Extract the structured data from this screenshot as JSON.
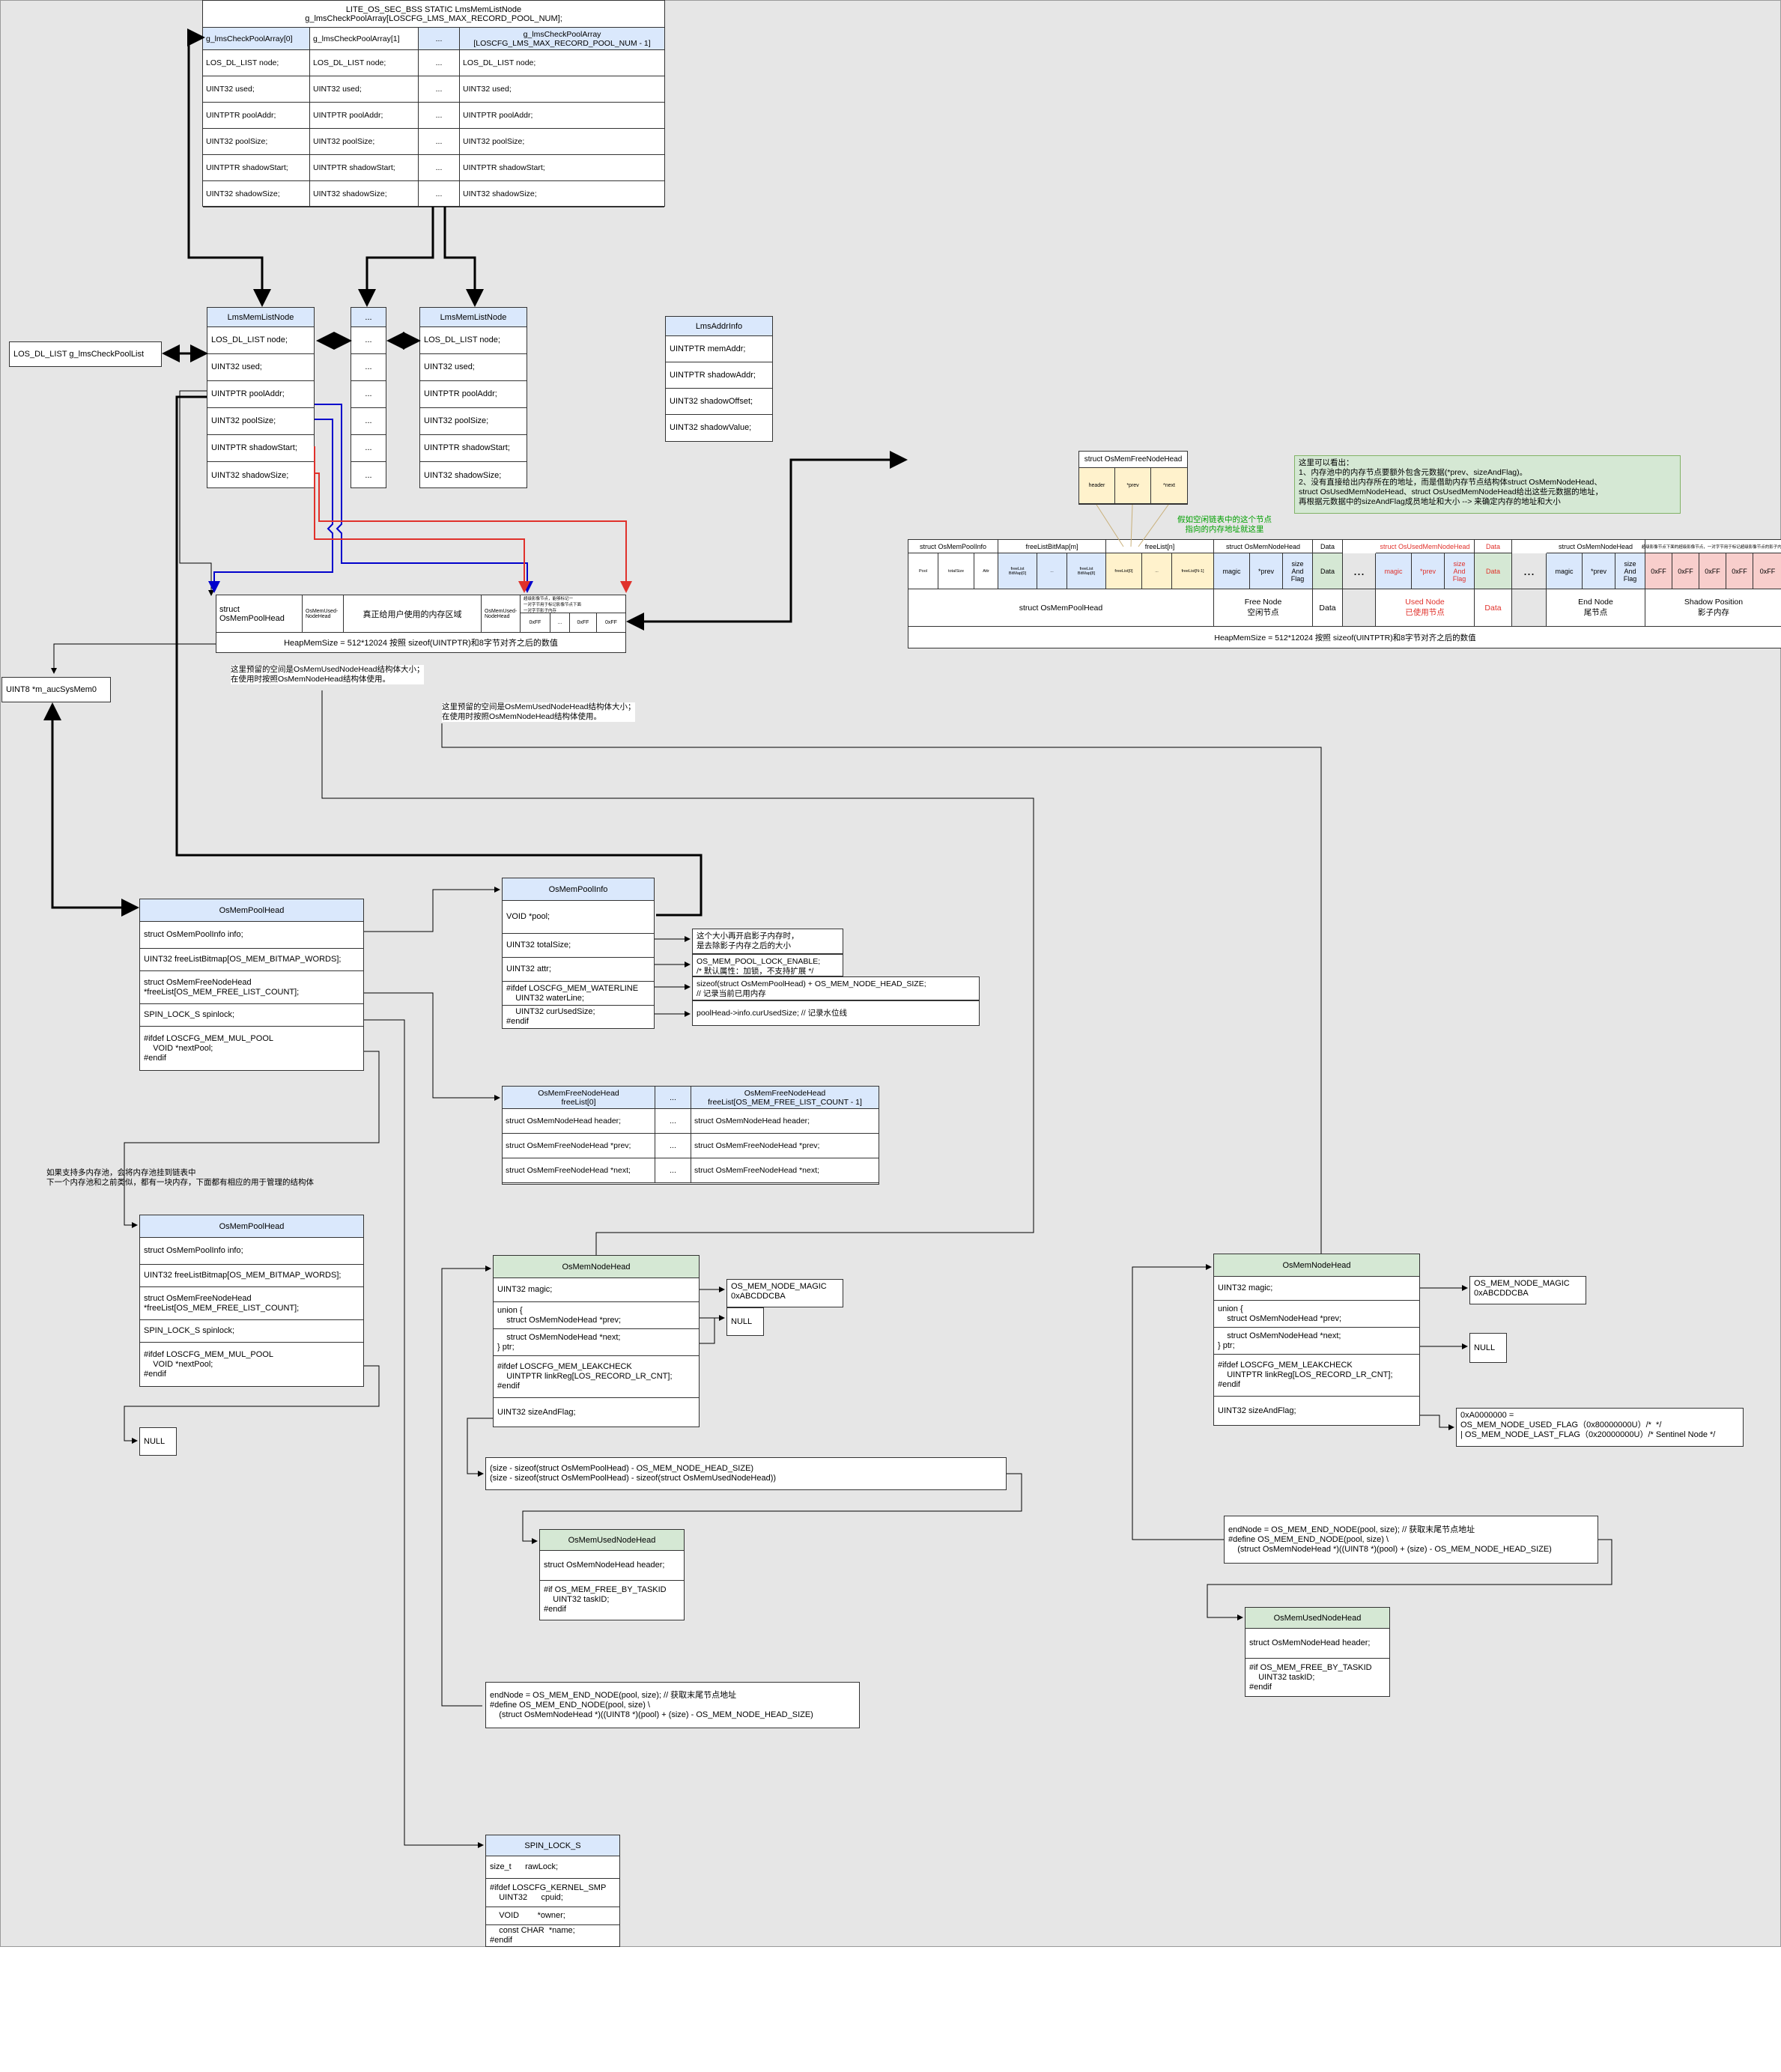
{
  "g_array": {
    "title": "LITE_OS_SEC_BSS STATIC LmsMemListNode\ng_lmsCheckPoolArray[LOSCFG_LMS_MAX_RECORD_POOL_NUM];",
    "columns": [
      "g_lmsCheckPoolArray[0]",
      "g_lmsCheckPoolArray[1]",
      "...",
      "g_lmsCheckPoolArray\n[LOSCFG_LMS_MAX_RECORD_POOL_NUM - 1]"
    ],
    "fields": [
      "LOS_DL_LIST node;",
      "UINT32 used;",
      "UINTPTR poolAddr;",
      "UINT32 poolSize;",
      "UINTPTR shadowStart;",
      "UINT32 shadowSize;"
    ],
    "dots": "..."
  },
  "lms_node_a": {
    "title": "LmsMemListNode",
    "fields": [
      "LOS_DL_LIST node;",
      "UINT32 used;",
      "UINTPTR poolAddr;",
      "UINT32 poolSize;",
      "UINTPTR shadowStart;",
      "UINT32 shadowSize;"
    ]
  },
  "lms_node_mid": {
    "title": "...",
    "fields": [
      "...",
      "...",
      "...",
      "...",
      "...",
      "..."
    ]
  },
  "lms_node_b": {
    "title": "LmsMemListNode",
    "fields": [
      "LOS_DL_LIST node;",
      "UINT32 used;",
      "UINTPTR poolAddr;",
      "UINT32 poolSize;",
      "UINTPTR shadowStart;",
      "UINT32 shadowSize;"
    ]
  },
  "pool_list": "LOS_DL_LIST g_lmsCheckPoolList",
  "lms_addr_info": {
    "title": "LmsAddrInfo",
    "fields": [
      "UINTPTR memAddr;",
      "UINTPTR shadowAddr;",
      "UINT32 shadowOffset;",
      "UINT32 shadowValue;"
    ]
  },
  "small_heap": {
    "pool_head": "struct\nOsMemPoolHead",
    "used_node_head": "OsMemUsed-\nNodeHead",
    "user_area": "真正给用户使用的内存区域",
    "used_node_head2": "OsMemUsed-\nNodeHead",
    "shadow_note": "超级影像节点，能够标记一\n一对字节用于标记影像节点下面\n一对字节影子内存",
    "shadow_cells": [
      "0xFF",
      "...",
      "0xFF",
      "0xFF"
    ],
    "heap_size": "HeapMemSize = 512*12024 按照 sizeof(UINTPTR)和8字节对齐之后的数值"
  },
  "note_pool_reserve": "这里预留的空间是OsMemUsedNodeHead结构体大小；\n在使用时按照OsMemNodeHead结构体使用。",
  "note_node_reserve": "这里预留的空间是OsMemUsedNodeHead结构体大小；\n在使用时按照OsMemNodeHead结构体使用。",
  "aucSysMem0": "UINT8 *m_aucSysMem0",
  "free_node_head_box": {
    "title": "struct OsMemFreeNodeHead",
    "cells": [
      "header",
      "*prev",
      "*next"
    ]
  },
  "free_node_note": "假如空闲链表中的这个节点\n指向的内存地址就这里",
  "observation": "这里可以看出：\n1、内存池中的内存节点要额外包含元数据(*prev、sizeAndFlag)。\n2、没有直接给出内存所在的地址，而是借助内存节点结构体struct OsMemNodeHead、\nstruct OsUsedMemNodeHead、struct OsUsedMemNodeHead给出这些元数据的地址，\n再根据元数据中的sizeAndFlag成员地址和大小 --> 来确定内存的地址和大小",
  "big_heap": {
    "hdr_pool_info": "struct OsMemPoolInfo",
    "hdr_bitmap": "freeListBitMap[m]",
    "hdr_freelist": "freeList[n]",
    "hdr_node_head": "struct OsMemNodeHead",
    "hdr_data": "Data",
    "hdr_used_node_head": "struct OsUsedMemNodeHead",
    "hdr_data2": "Data",
    "hdr_end_node_head": "struct OsMemNodeHead",
    "hdr_shadow_note": "超级影像节点下面的超级影像节点，一对字节用于标记超级影像节点的影子内存",
    "pool_info_cells": [
      "Pool",
      "totalSize",
      "Attr"
    ],
    "bitmap_cells": [
      "freeList\nBitMap[0]",
      "...",
      "freeList\nBitMap[8]"
    ],
    "freelist_cells": [
      "freeList[0]",
      "...",
      "freeList[N-1]"
    ],
    "node_cells": [
      "magic",
      "*prev",
      "size\nAnd\nFlag"
    ],
    "data": "Data",
    "used_cells": [
      "magic",
      "*prev",
      "size\nAnd\nFlag"
    ],
    "data2": "Data",
    "ellipsis": "...",
    "end_cells": [
      "magic",
      "*prev",
      "size\nAnd\nFlag"
    ],
    "shadow_cells": [
      "0xFF",
      "0xFF",
      "0xFF",
      "0xFF",
      "0xFF"
    ],
    "lbl_pool_head": "struct OsMemPoolHead",
    "lbl_free_node": "Free Node\n空闲节点",
    "lbl_data": "Data",
    "lbl_used_node": "Used Node\n已使用节点",
    "lbl_data2": "Data",
    "lbl_end_node": "End Node\n尾节点",
    "lbl_shadow": "Shadow Position\n影子内存",
    "heap_size": "HeapMemSize = 512*12024 按照 sizeof(UINTPTR)和8字节对齐之后的数值"
  },
  "pool_head_1": {
    "title": "OsMemPoolHead",
    "fields": [
      "struct OsMemPoolInfo info;",
      "UINT32 freeListBitmap[OS_MEM_BITMAP_WORDS];",
      "struct OsMemFreeNodeHead\n*freeList[OS_MEM_FREE_LIST_COUNT];",
      "SPIN_LOCK_S spinlock;",
      "#ifdef LOSCFG_MEM_MUL_POOL\n    VOID *nextPool;\n#endif"
    ]
  },
  "pool_info": {
    "title": "OsMemPoolInfo",
    "fields": [
      "VOID *pool;",
      "UINT32 totalSize;",
      "UINT32 attr;",
      "#ifdef LOSCFG_MEM_WATERLINE\n    UINT32 waterLine;",
      "    UINT32 curUsedSize;\n#endif"
    ]
  },
  "note_total": "这个大小再开启影子内存时，\n是去除影子内存之后的大小",
  "note_attr": "OS_MEM_POOL_LOCK_ENABLE;\n/* 默认属性：加锁，不支持扩展 */",
  "note_waterline": "sizeof(struct OsMemPoolHead) + OS_MEM_NODE_HEAD_SIZE;\n// 记录当前已用内存",
  "note_cur": "poolHead->info.curUsedSize; // 记录水位线",
  "freelist_tbl": {
    "col0": "OsMemFreeNodeHead\nfreeList[0]",
    "col1": "...",
    "col2": "OsMemFreeNodeHead\nfreeList[OS_MEM_FREE_LIST_COUNT - 1]",
    "fields": [
      "struct OsMemNodeHead header;",
      "struct OsMemFreeNodeHead *prev;",
      "struct OsMemFreeNodeHead *next;"
    ],
    "dots": "..."
  },
  "note_multi_pool": "如果支持多内存池，会将内存池挂到链表中\n下一个内存池和之前类似，都有一块内存，下面都有相应的用于管理的结构体",
  "pool_head_2": {
    "title": "OsMemPoolHead",
    "fields": [
      "struct OsMemPoolInfo info;",
      "UINT32 freeListBitmap[OS_MEM_BITMAP_WORDS];",
      "struct OsMemFreeNodeHead\n*freeList[OS_MEM_FREE_LIST_COUNT];",
      "SPIN_LOCK_S spinlock;",
      "#ifdef LOSCFG_MEM_MUL_POOL\n    VOID *nextPool;\n#endif"
    ]
  },
  "null_1": "NULL",
  "node_head_1": {
    "title": "OsMemNodeHead",
    "fields": [
      "UINT32 magic;",
      "union {\n    struct OsMemNodeHead *prev;",
      "    struct OsMemNodeHead *next;\n} ptr;",
      "#ifdef LOSCFG_MEM_LEAKCHECK\n    UINTPTR linkReg[LOS_RECORD_LR_CNT];\n#endif",
      "UINT32 sizeAndFlag;"
    ]
  },
  "magic_1": "OS_MEM_NODE_MAGIC\n0xABCDDCBA",
  "null_2": "NULL",
  "size_expr": "(size - sizeof(struct OsMemPoolHead) - OS_MEM_NODE_HEAD_SIZE)\n(size - sizeof(struct OsMemPoolHead) - sizeof(struct OsMemUsedNodeHead))",
  "used_head_1": {
    "title": "OsMemUsedNodeHead",
    "fields": [
      "struct OsMemNodeHead header;",
      "#if OS_MEM_FREE_BY_TASKID\n    UINT32 taskID;\n#endif"
    ]
  },
  "end_node_1": "endNode = OS_MEM_END_NODE(pool, size); // 获取末尾节点地址\n#define OS_MEM_END_NODE(pool, size) \\\n    (struct OsMemNodeHead *)((UINT8 *)(pool) + (size) - OS_MEM_NODE_HEAD_SIZE)",
  "spin_lock": {
    "title": "SPIN_LOCK_S",
    "fields": [
      "size_t      rawLock;",
      "#ifdef LOSCFG_KERNEL_SMP\n    UINT32      cpuid;",
      "    VOID        *owner;",
      "    const CHAR  *name;\n#endif"
    ]
  },
  "node_head_2": {
    "title": "OsMemNodeHead",
    "fields": [
      "UINT32 magic;",
      "union {\n    struct OsMemNodeHead *prev;",
      "    struct OsMemNodeHead *next;\n} ptr;",
      "#ifdef LOSCFG_MEM_LEAKCHECK\n    UINTPTR linkReg[LOS_RECORD_LR_CNT];\n#endif",
      "UINT32 sizeAndFlag;"
    ]
  },
  "magic_2": "OS_MEM_NODE_MAGIC\n0xABCDDCBA",
  "null_3": "NULL",
  "flags_2": "0xA0000000 =\nOS_MEM_NODE_USED_FLAG（0x80000000U）/*  */\n| OS_MEM_NODE_LAST_FLAG（0x20000000U）/* Sentinel Node */",
  "end_node_2": "endNode = OS_MEM_END_NODE(pool, size); // 获取末尾节点地址\n#define OS_MEM_END_NODE(pool, size) \\\n    (struct OsMemNodeHead *)((UINT8 *)(pool) + (size) - OS_MEM_NODE_HEAD_SIZE)",
  "used_head_2": {
    "title": "OsMemUsedNodeHead",
    "fields": [
      "struct OsMemNodeHead header;",
      "#if OS_MEM_FREE_BY_TASKID\n    UINT32 taskID;\n#endif"
    ]
  },
  "colors": {
    "canvas": "#e6e6e6",
    "header_blue": "#dae8fc",
    "header_green": "#d5e8d4",
    "yellow": "#fff2cc",
    "pink": "#f8cecc",
    "note_green": "#d5e8d4",
    "wire_blue": "#0000cc",
    "wire_red": "#e0312b"
  }
}
